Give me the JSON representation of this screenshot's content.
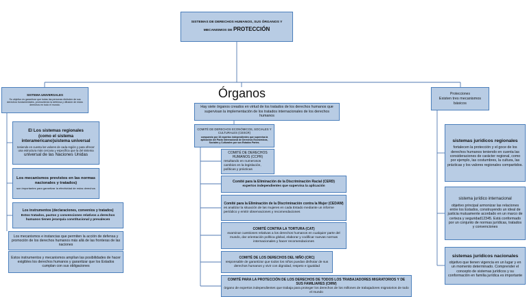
{
  "theme": {
    "box_fill": "#b8cce4",
    "box_border": "#4a7ebb",
    "line_color": "#4f77b0"
  },
  "root": {
    "title_main": "SISTEMAS DE DERECHOS HUMANOS, SUS ÓRGANOS Y MECANISMOS DE",
    "title_emphasis": "PROTECCIÓN"
  },
  "universal": {
    "header": {
      "title": "SISTEMA UNIVERSALES",
      "text": "Su objetivo es garantizar que todas las personas disfruten de sus derechos fundamentales, promoviendo la defensa y difusión de estos derechos en todo el mundo."
    },
    "regional": {
      "title_1": "El Los sistemas regionales",
      "title_2": "(como el sistema interamericano)sistema universal",
      "text": "teniendo en cuenta los valores de cada región y para ofrecer una estructura más cercana y específica que la del sistema",
      "text_emphasis": "universal de las Naciones Unidas"
    },
    "mechanisms": {
      "title": "Los mecanismos previstos en las normas nacionales y tratados)",
      "text": "son importantes para garantizar la efectividad de estos derechos"
    },
    "instruments": {
      "title": "Los instrumentos (declaraciones, convenios y tratados)",
      "text": "Estos tratados, pactos y convenciones relativos a derechos humanos tienen jerarquía constitucional y prevalecen"
    },
    "instances": {
      "text": "Los mecanismos e instancias que permiten la acción de defensa y promoción de los derechos humanos más allá de las fronteras de las naciones"
    },
    "scope": {
      "text": "Estos instrumentos y mecanismos amplían las posibilidades de hacer exigibles los derechos humanos y garantizar que los Estados cumplan con sus obligaciones"
    }
  },
  "organos": {
    "heading": "Órganos",
    "intro": "Hay siete órganos creados en virtud de los tratados de los derechos humanos que supervisan la implementación de los tratados internacionales de los derechos humanos",
    "committees": [
      {
        "title": "COMITÉ DE DERECHOS ECONÓMICOS, SOCIALES Y CULTURALES (CESCR)",
        "text": "compuesto por 18 expertos independientes que supervisa la aplicación del Pacto Internacional de Derechos Económicos, Sociales y Culturales por sus Estados Partes."
      },
      {
        "title": "COMITÉ DE DERECHOS HUMANOS (CCPR)",
        "text": "resultando en numerosos cambios en la legislación, políticas y prácticas"
      },
      {
        "title": "Comité para la Eliminación de la Discriminación Racial (CERD)",
        "text": "expertos independientes que supervisa la aplicación"
      },
      {
        "title": "Comité para la Eliminación de la Discriminación contra la Mujer (CEDAW)",
        "text": "es analizar la situación de las mujeres en cada Estado mediante un informe periódico y emitir observaciones y recomendaciones"
      },
      {
        "title": "COMITÉ CONTRA LA TORTURA (CAT)",
        "text": "examinar cuestiones relativas a los derechos humanos en cualquier parte del mundo, dar orientación política global, elaborar y codificar nuevas normas internacionales y hacer recomendaciones"
      },
      {
        "title": "COMITÉ DE LOS DERECHOS DEL NIÑO (CRC)",
        "text": "responsable de garantizar que todos los niños puedan disfrutar de sus derechos humanos y vivir con dignidad, respeto e igualdad"
      },
      {
        "title": "COMITÉ PARA LA PROTECCIÓN DE LOS DERECHOS DE TODOS LOS TRABAJADORES MIGRATORIOS Y DE SUS FAMILIARES (CMW)",
        "text": "órgano de expertos independientes que trabaja para proteger los derechos de los millones de trabajadores migratorios de todo el mundo"
      }
    ]
  },
  "protecciones": {
    "header": {
      "title": "Protecciones",
      "text": "Existen tres mecanismos básicos"
    },
    "systems": [
      {
        "title": "sistemas jurídicos regionales",
        "text": "fortalecen la protección y el goce de los derechos humanos teniendo en cuenta las consideraciones de carácter regional, como por ejemplo, las costumbres, la cultura, las prácticas y los valores regionales compartidos."
      },
      {
        "title": "sistema jurídico internacional",
        "text": "objetivo principal armonizar las relaciones entre los Estados, construyendo un ideal de justicia mutuamente acordado en un marco de certeza y seguridad12345. Está conformado por un conjunto de normas jurídicas, tratados y convenciones"
      },
      {
        "title": "sistemas jurídicos nacionales",
        "text": "objetivo que tienen vigencia en un lugar y en un momento determinado. Comprender el concepto de sistemas jurídicos y su conformación en familia jurídica es importante"
      }
    ]
  }
}
